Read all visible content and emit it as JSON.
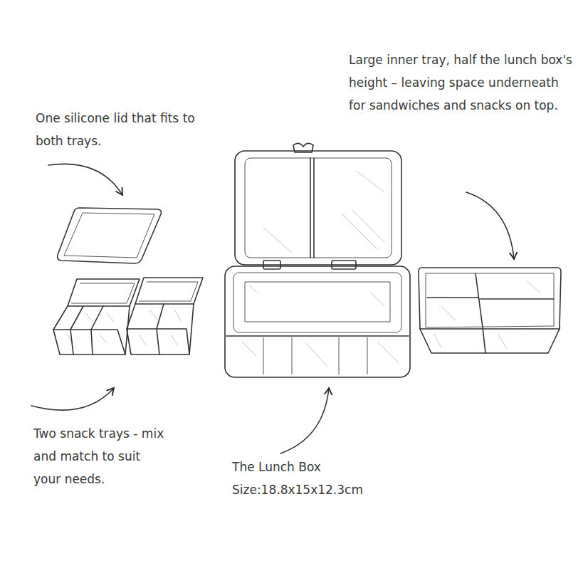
{
  "diagram": {
    "labels": [
      "Large inner tray, half the lunch box's height – leaving space underneath for sandwiches and snacks on top.",
      "One silicone lid that fits to both trays.",
      "Two snack trays - mix and match to suit your needs.",
      "The Lunch Box",
      "Size:18.8x15x12.3cm"
    ]
  }
}
